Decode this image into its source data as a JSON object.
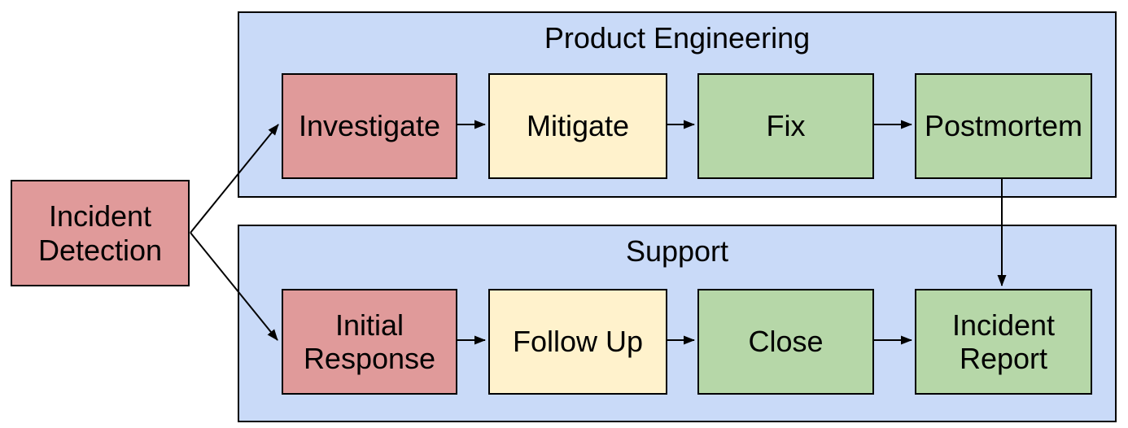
{
  "colors": {
    "background": "#ffffff",
    "lane_fill": "#c9daf8",
    "node_red": "#e09a9a",
    "node_yellow": "#fff2cc",
    "node_green": "#b6d7a8",
    "stroke": "#000000",
    "text": "#000000"
  },
  "start_node": {
    "label": "Incident\nDetection",
    "color_key": "node_red"
  },
  "lanes": [
    {
      "label": "Product Engineering",
      "steps": [
        {
          "label": "Investigate",
          "color_key": "node_red"
        },
        {
          "label": "Mitigate",
          "color_key": "node_yellow"
        },
        {
          "label": "Fix",
          "color_key": "node_green"
        },
        {
          "label": "Postmortem",
          "color_key": "node_green"
        }
      ]
    },
    {
      "label": "Support",
      "steps": [
        {
          "label": "Initial\nResponse",
          "color_key": "node_red"
        },
        {
          "label": "Follow Up",
          "color_key": "node_yellow"
        },
        {
          "label": "Close",
          "color_key": "node_green"
        },
        {
          "label": "Incident\nReport",
          "color_key": "node_green"
        }
      ]
    }
  ],
  "connections": [
    {
      "from": "Incident Detection",
      "to": "Investigate"
    },
    {
      "from": "Incident Detection",
      "to": "Initial Response"
    },
    {
      "from": "Investigate",
      "to": "Mitigate"
    },
    {
      "from": "Mitigate",
      "to": "Fix"
    },
    {
      "from": "Fix",
      "to": "Postmortem"
    },
    {
      "from": "Postmortem",
      "to": "Incident Report"
    },
    {
      "from": "Initial Response",
      "to": "Follow Up"
    },
    {
      "from": "Follow Up",
      "to": "Close"
    },
    {
      "from": "Close",
      "to": "Incident Report"
    }
  ]
}
